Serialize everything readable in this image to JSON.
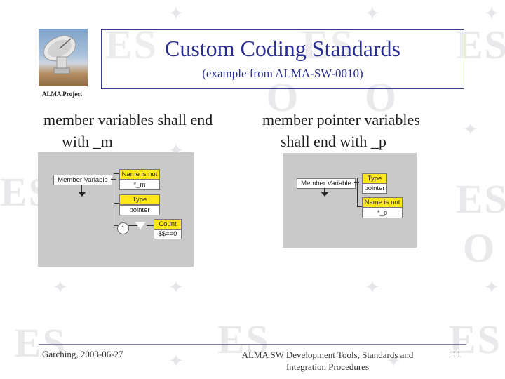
{
  "header": {
    "title": "Custom Coding Standards",
    "subtitle": "(example from ALMA-SW-0010)",
    "logo_caption": "ALMA Project"
  },
  "background": {
    "watermark": "ES",
    "watermark2": "O"
  },
  "content": {
    "left": {
      "line1": "member variables shall end",
      "line2": "with _m",
      "diagram": {
        "member_variable": "Member Variable",
        "name_is_not": "Name is not",
        "name_pattern": "*_m",
        "type_label": "Type",
        "type_value": "pointer",
        "count_label": "Count",
        "count_value": "$$==0",
        "node_number": "1"
      }
    },
    "right": {
      "line1": "member pointer variables",
      "line2": "shall end with _p",
      "diagram": {
        "member_variable": "Member Variable",
        "type_label": "Type",
        "type_value": "pointer",
        "name_is_not": "Name is not",
        "name_pattern": "*_p"
      }
    }
  },
  "footer": {
    "left": "Garching, 2003-06-27",
    "center_line1": "ALMA SW Development Tools, Standards and",
    "center_line2": "Integration Procedures",
    "page_number": "11"
  },
  "colors": {
    "title": "#2a2f8f",
    "highlight": "#ffe81a",
    "panel": "#c9c9c9"
  }
}
